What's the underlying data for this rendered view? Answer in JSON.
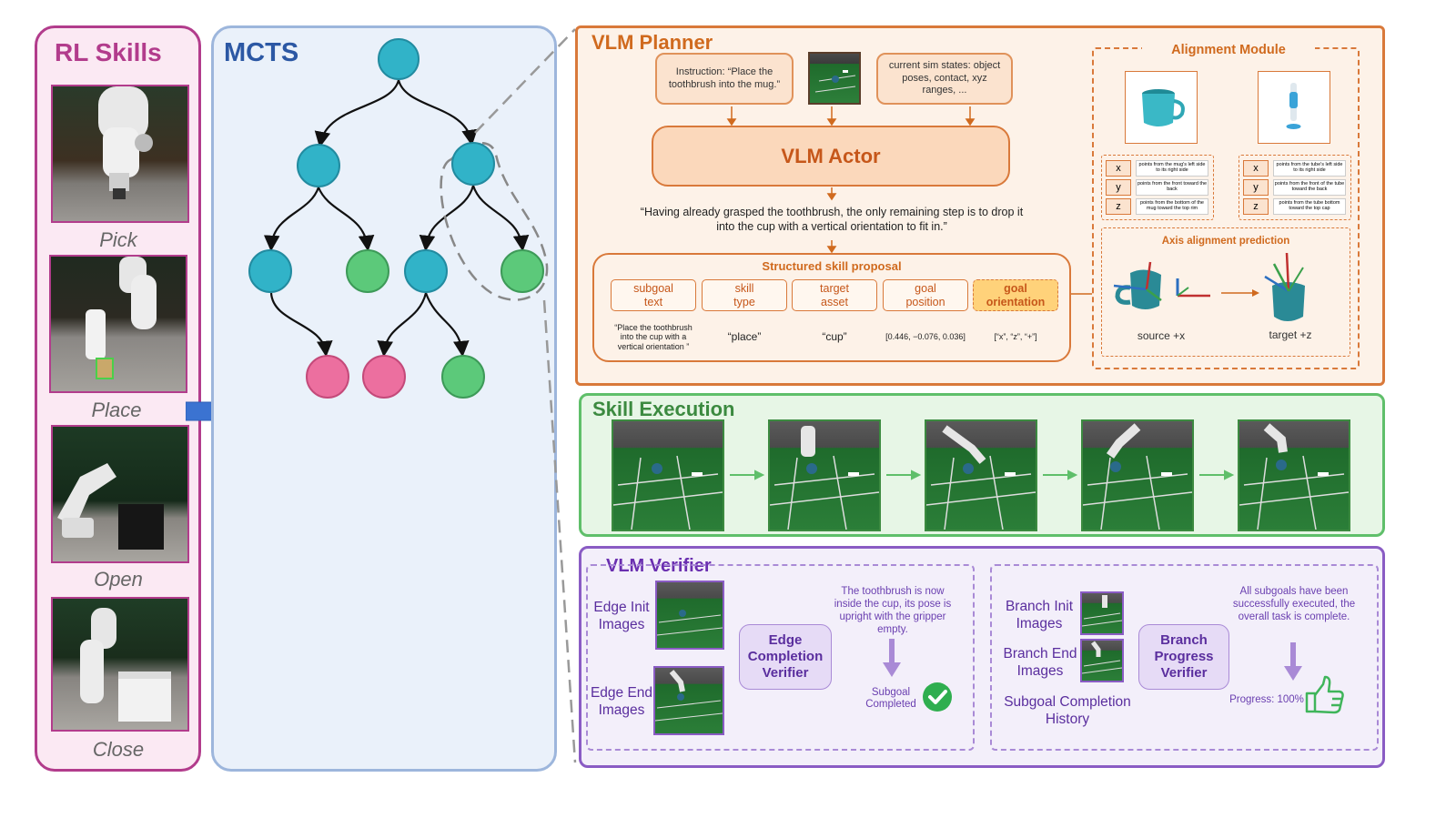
{
  "rl_skills": {
    "title": "RL Skills",
    "skills": [
      "Pick",
      "Place",
      "Open",
      "Close"
    ]
  },
  "mcts": {
    "title": "MCTS"
  },
  "vlm_planner": {
    "title": "VLM Planner",
    "instruction_text": "Instruction: “Place the toothbrush into the mug.”",
    "sim_states_text": "current sim states: object poses, contact, xyz ranges, ...",
    "actor_label": "VLM Actor",
    "reasoning_quote": "“Having already grasped the toothbrush, the only remaining step is to drop it into the cup with a vertical orientation to fit in.”",
    "proposal_title": "Structured skill proposal",
    "fields": [
      {
        "label": "subgoal text",
        "value": "“Place the toothbrush into the cup with a vertical orientation ”"
      },
      {
        "label": "skill type",
        "value": "“place”"
      },
      {
        "label": "target asset",
        "value": "“cup”"
      },
      {
        "label": "goal position",
        "value": "[0.446, −0.076, 0.036]"
      },
      {
        "label": "goal orientation",
        "value": "[“x”, “z”, “+”]"
      }
    ]
  },
  "alignment_module": {
    "title": "Alignment Module",
    "axes_mug": [
      {
        "axis": "x",
        "text": "points from the mug's left side to its right side"
      },
      {
        "axis": "y",
        "text": "points from the front toward the back"
      },
      {
        "axis": "z",
        "text": "points from the bottom of the mug toward the top rim"
      }
    ],
    "axes_brush": [
      {
        "axis": "x",
        "text": "points from the tube's left side to its right side"
      },
      {
        "axis": "y",
        "text": "points from the front of the tube toward the back"
      },
      {
        "axis": "z",
        "text": "points from the tube bottom toward the top cap"
      }
    ],
    "prediction_title": "Axis alignment prediction",
    "source_label": "source +x",
    "target_label": "target +z"
  },
  "skill_execution": {
    "title": "Skill Execution"
  },
  "vlm_verifier": {
    "title": "VLM Verifier",
    "edge_init_label": "Edge Init Images",
    "edge_end_label": "Edge End Images",
    "edge_verifier_label": "Edge Completion Verifier",
    "edge_reasoning": "The toothbrush is now inside the cup, its pose is upright with the gripper empty.",
    "subgoal_completed": "Subgoal Completed",
    "branch_init_label": "Branch Init Images",
    "branch_end_label": "Branch End Images",
    "history_label": "Subgoal Completion History",
    "branch_verifier_label": "Branch Progress Verifier",
    "branch_reasoning": "All subgoals have been successfully executed, the overall task is complete.",
    "progress_text": "Progress: 100%"
  },
  "colors": {
    "rl_border": "#b23c8c",
    "mcts_border": "#9db6dc",
    "planner_border": "#d9793a",
    "planner_title": "#d06a1e",
    "exec_border": "#5fbf6a",
    "exec_title": "#3c8a40",
    "verifier_border": "#8a5cc4",
    "verifier_title": "#6a2fb0",
    "node_teal": "#31b3c8",
    "node_green": "#5cc97a",
    "node_pink": "#ec6f9f"
  }
}
